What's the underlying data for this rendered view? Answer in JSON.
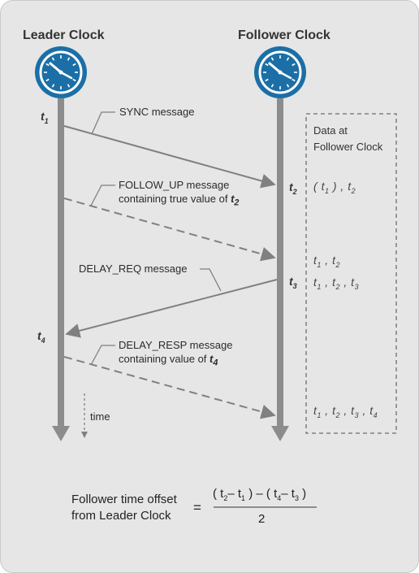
{
  "leader_title": "Leader Clock",
  "follower_title": "Follower Clock",
  "timestamps": {
    "t": "t",
    "s1": "1",
    "s2": "2",
    "s3": "3",
    "s4": "4"
  },
  "messages": {
    "sync": "SYNC message",
    "follow_up_line1": "FOLLOW_UP message",
    "follow_up_line2": "containing true value of",
    "delay_req": "DELAY_REQ message",
    "delay_resp_line1": "DELAY_RESP message",
    "delay_resp_line2": "containing value of"
  },
  "time_label": "time",
  "data_box": {
    "title_line1": "Data at",
    "title_line2": "Follower Clock"
  },
  "formula": {
    "label_line1": "Follower time offset",
    "label_line2": "from Leader Clock",
    "equals": "=",
    "denominator": "2"
  },
  "colors": {
    "clock_face": "#1b6fa6",
    "timeline": "#8c8c8c",
    "panel": "#e6e6e6"
  }
}
